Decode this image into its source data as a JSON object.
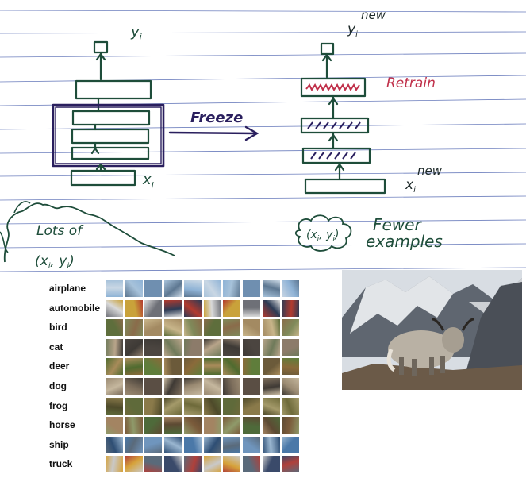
{
  "sketch": {
    "left": {
      "output_label": "y",
      "output_sub": "i",
      "input_label": "x",
      "input_sub": "i",
      "note_line1": "Lots of",
      "note_line2": "(x",
      "note_sub1": "i",
      "note_mid": ", y",
      "note_sub2": "i",
      "note_end": ")"
    },
    "arrow_label": "Freeze",
    "right": {
      "output_new": "new",
      "output_label": "y",
      "output_sub": "i",
      "retrain_label": "Retrain",
      "input_new": "new",
      "input_label": "x",
      "input_sub": "i",
      "pair_text": "(x",
      "pair_sub1": "i",
      "pair_mid": ", y",
      "pair_sub2": "i",
      "pair_end": ")",
      "fewer_line1": "Fewer",
      "fewer_line2": "examples"
    },
    "colors": {
      "ink": "#1e4d3a",
      "arrow": "#2a1f5e",
      "retrain": "#c0304a",
      "rule": "#3c54a8"
    }
  },
  "cifar": {
    "classes": [
      "airplane",
      "automobile",
      "bird",
      "cat",
      "deer",
      "dog",
      "frog",
      "horse",
      "ship",
      "truck"
    ],
    "images_per_class": 10,
    "palettes": [
      [
        "#8fb3d6",
        "#6f8fb0",
        "#c9d7e4",
        "#5d7791",
        "#a7c2da"
      ],
      [
        "#b23a2e",
        "#6e7077",
        "#d9d9d9",
        "#2c3b55",
        "#c9a23a"
      ],
      [
        "#7f8a5a",
        "#a38a62",
        "#5e6e3c",
        "#c8b58a",
        "#8a6b4a"
      ],
      [
        "#8c7b6a",
        "#4b4540",
        "#b8a48a",
        "#6f7a5a",
        "#3e3a36"
      ],
      [
        "#8a6a3a",
        "#5f7d3b",
        "#a88b5a",
        "#6b5a3a",
        "#4f6b2f"
      ],
      [
        "#9a8a72",
        "#5a4e44",
        "#c5b79e",
        "#3f3a35",
        "#7d6e5c"
      ],
      [
        "#6e6a3a",
        "#8a7a4a",
        "#4e4a2a",
        "#a49a6a",
        "#5f6a3a"
      ],
      [
        "#7a5a3a",
        "#4e6a3a",
        "#a38462",
        "#5d4a33",
        "#8f9a6a"
      ],
      [
        "#4a78a8",
        "#6f95bd",
        "#2e4e74",
        "#9ab6d0",
        "#5a6a7a"
      ],
      [
        "#b0403a",
        "#5a6a7a",
        "#c9c9c9",
        "#3a4a6a",
        "#d6a23a"
      ]
    ]
  },
  "photo": {
    "sky": "#d8dde3",
    "mountain": "#5f6670",
    "snow": "#f1f3f5",
    "ground": "#6b5a48",
    "animal": "#b9b1a4"
  }
}
